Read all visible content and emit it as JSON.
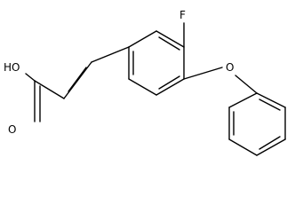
{
  "molecule": {
    "atoms": {
      "fluorine": "F",
      "hydroxyl": "HO",
      "carbonyl_oxygen": "O",
      "ether_oxygen": "O"
    }
  },
  "colors": {
    "bond": "#000000",
    "background": "#ffffff"
  }
}
